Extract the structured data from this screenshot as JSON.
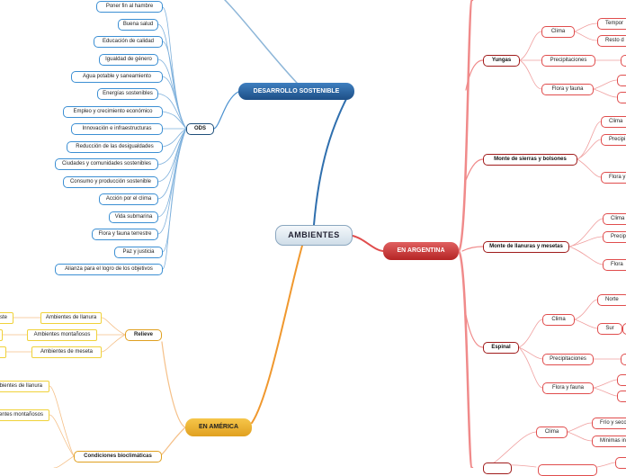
{
  "center": "AMBIENTES",
  "desarrollo": {
    "title": "DESARROLLO SOSTENIBLE",
    "ods_label": "ODS",
    "goals": [
      "Poner fin al hambre",
      "Buena salud",
      "Educación de calidad",
      "Igualdad de género",
      "Agua potable y saneamiento",
      "Energías sostenibles",
      "Empleo y crecimiento económico",
      "Innovación e infraestructuras",
      "Reducción de las desigualdades",
      "Ciudades y comunidades sostenibles",
      "Consumo y producción sostenible",
      "Acción por el clima",
      "Vida submarina",
      "Flora y fauna terrestre",
      "Paz y justicia",
      "Alianza para el logro de los objetivos"
    ]
  },
  "argentina": {
    "title": "EN ARGENTINA",
    "yungas": {
      "label": "Yungas",
      "clima": "Clima",
      "clima_children": [
        "Tempor",
        "Resto d"
      ],
      "precipitaciones": "Precipitaciones",
      "flora": "Flora y fauna"
    },
    "monte_sierras": {
      "label": "Monte de sierras y bolsones",
      "clima": "Clima",
      "precip": "Precipi",
      "flora": "Flora y"
    },
    "monte_llanuras": {
      "label": "Monte de llanuras y mesetas",
      "clima": "Clima",
      "precip": "Precip",
      "flora": "Flora"
    },
    "espinal": {
      "label": "Espinal",
      "clima": "Clima",
      "norte": "Norte",
      "sur": "Sur",
      "precipitaciones": "Precipitaciones",
      "flora": "Flora y fauna"
    },
    "next": {
      "clima": "Clima",
      "frio": "Frío y seco",
      "minimas": "Mínimas in"
    }
  },
  "america": {
    "title": "EN AMÉRICA",
    "relieve": "Relieve",
    "relieve_children": [
      "Ambientes de llanura",
      "Ambientes montañosos",
      "Ambientes de meseta"
    ],
    "relieve_partial": [
      "ste"
    ],
    "condiciones": "Condiciones bioclimáticas",
    "condiciones_children": [
      "bientes de llanura",
      "ientes montañosos"
    ]
  }
}
